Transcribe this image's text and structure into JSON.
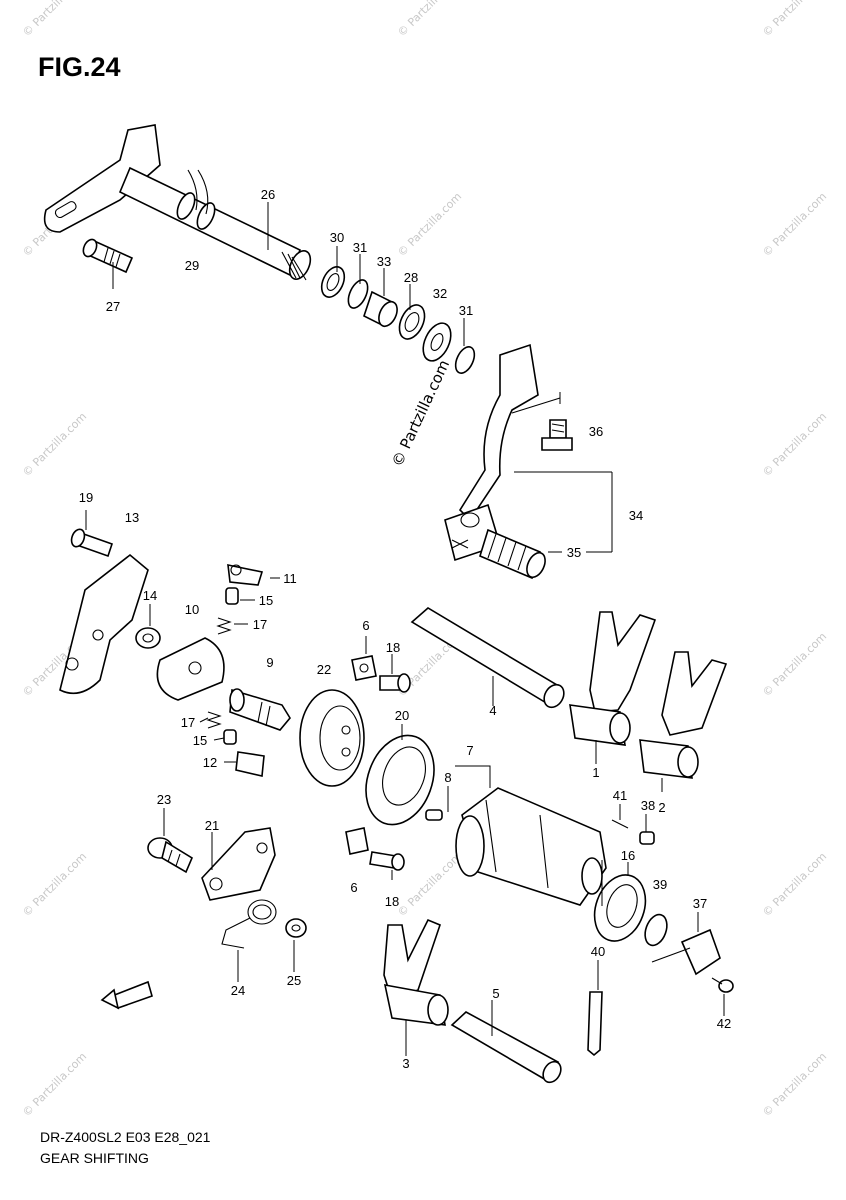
{
  "figure": {
    "title": "FIG.24",
    "model_code": "DR-Z400SL2 E03 E28_021",
    "caption": "GEAR SHIFTING",
    "watermark": "© Partzilla.com"
  },
  "callouts": [
    {
      "id": "c26",
      "label": "26"
    },
    {
      "id": "c29",
      "label": "29"
    },
    {
      "id": "c27",
      "label": "27"
    },
    {
      "id": "c30",
      "label": "30"
    },
    {
      "id": "c31a",
      "label": "31"
    },
    {
      "id": "c33",
      "label": "33"
    },
    {
      "id": "c28",
      "label": "28"
    },
    {
      "id": "c32",
      "label": "32"
    },
    {
      "id": "c31b",
      "label": "31"
    },
    {
      "id": "c36",
      "label": "36"
    },
    {
      "id": "c34",
      "label": "34"
    },
    {
      "id": "c35",
      "label": "35"
    },
    {
      "id": "c19",
      "label": "19"
    },
    {
      "id": "c13",
      "label": "13"
    },
    {
      "id": "c11",
      "label": "11"
    },
    {
      "id": "c15a",
      "label": "15"
    },
    {
      "id": "c14",
      "label": "14"
    },
    {
      "id": "c10",
      "label": "10"
    },
    {
      "id": "c17a",
      "label": "17"
    },
    {
      "id": "c6a",
      "label": "6"
    },
    {
      "id": "c18a",
      "label": "18"
    },
    {
      "id": "c22",
      "label": "22"
    },
    {
      "id": "c9",
      "label": "9"
    },
    {
      "id": "c4",
      "label": "4"
    },
    {
      "id": "c20",
      "label": "20"
    },
    {
      "id": "c17b",
      "label": "17"
    },
    {
      "id": "c15b",
      "label": "15"
    },
    {
      "id": "c12",
      "label": "12"
    },
    {
      "id": "c7",
      "label": "7"
    },
    {
      "id": "c8",
      "label": "8"
    },
    {
      "id": "c1",
      "label": "1"
    },
    {
      "id": "c2",
      "label": "2"
    },
    {
      "id": "c41",
      "label": "41"
    },
    {
      "id": "c38",
      "label": "38"
    },
    {
      "id": "c23",
      "label": "23"
    },
    {
      "id": "c21",
      "label": "21"
    },
    {
      "id": "c6b",
      "label": "6"
    },
    {
      "id": "c18b",
      "label": "18"
    },
    {
      "id": "c16",
      "label": "16"
    },
    {
      "id": "c39",
      "label": "39"
    },
    {
      "id": "c37",
      "label": "37"
    },
    {
      "id": "c24",
      "label": "24"
    },
    {
      "id": "c25",
      "label": "25"
    },
    {
      "id": "c40",
      "label": "40"
    },
    {
      "id": "c5",
      "label": "5"
    },
    {
      "id": "c42",
      "label": "42"
    },
    {
      "id": "c3",
      "label": "3"
    }
  ]
}
